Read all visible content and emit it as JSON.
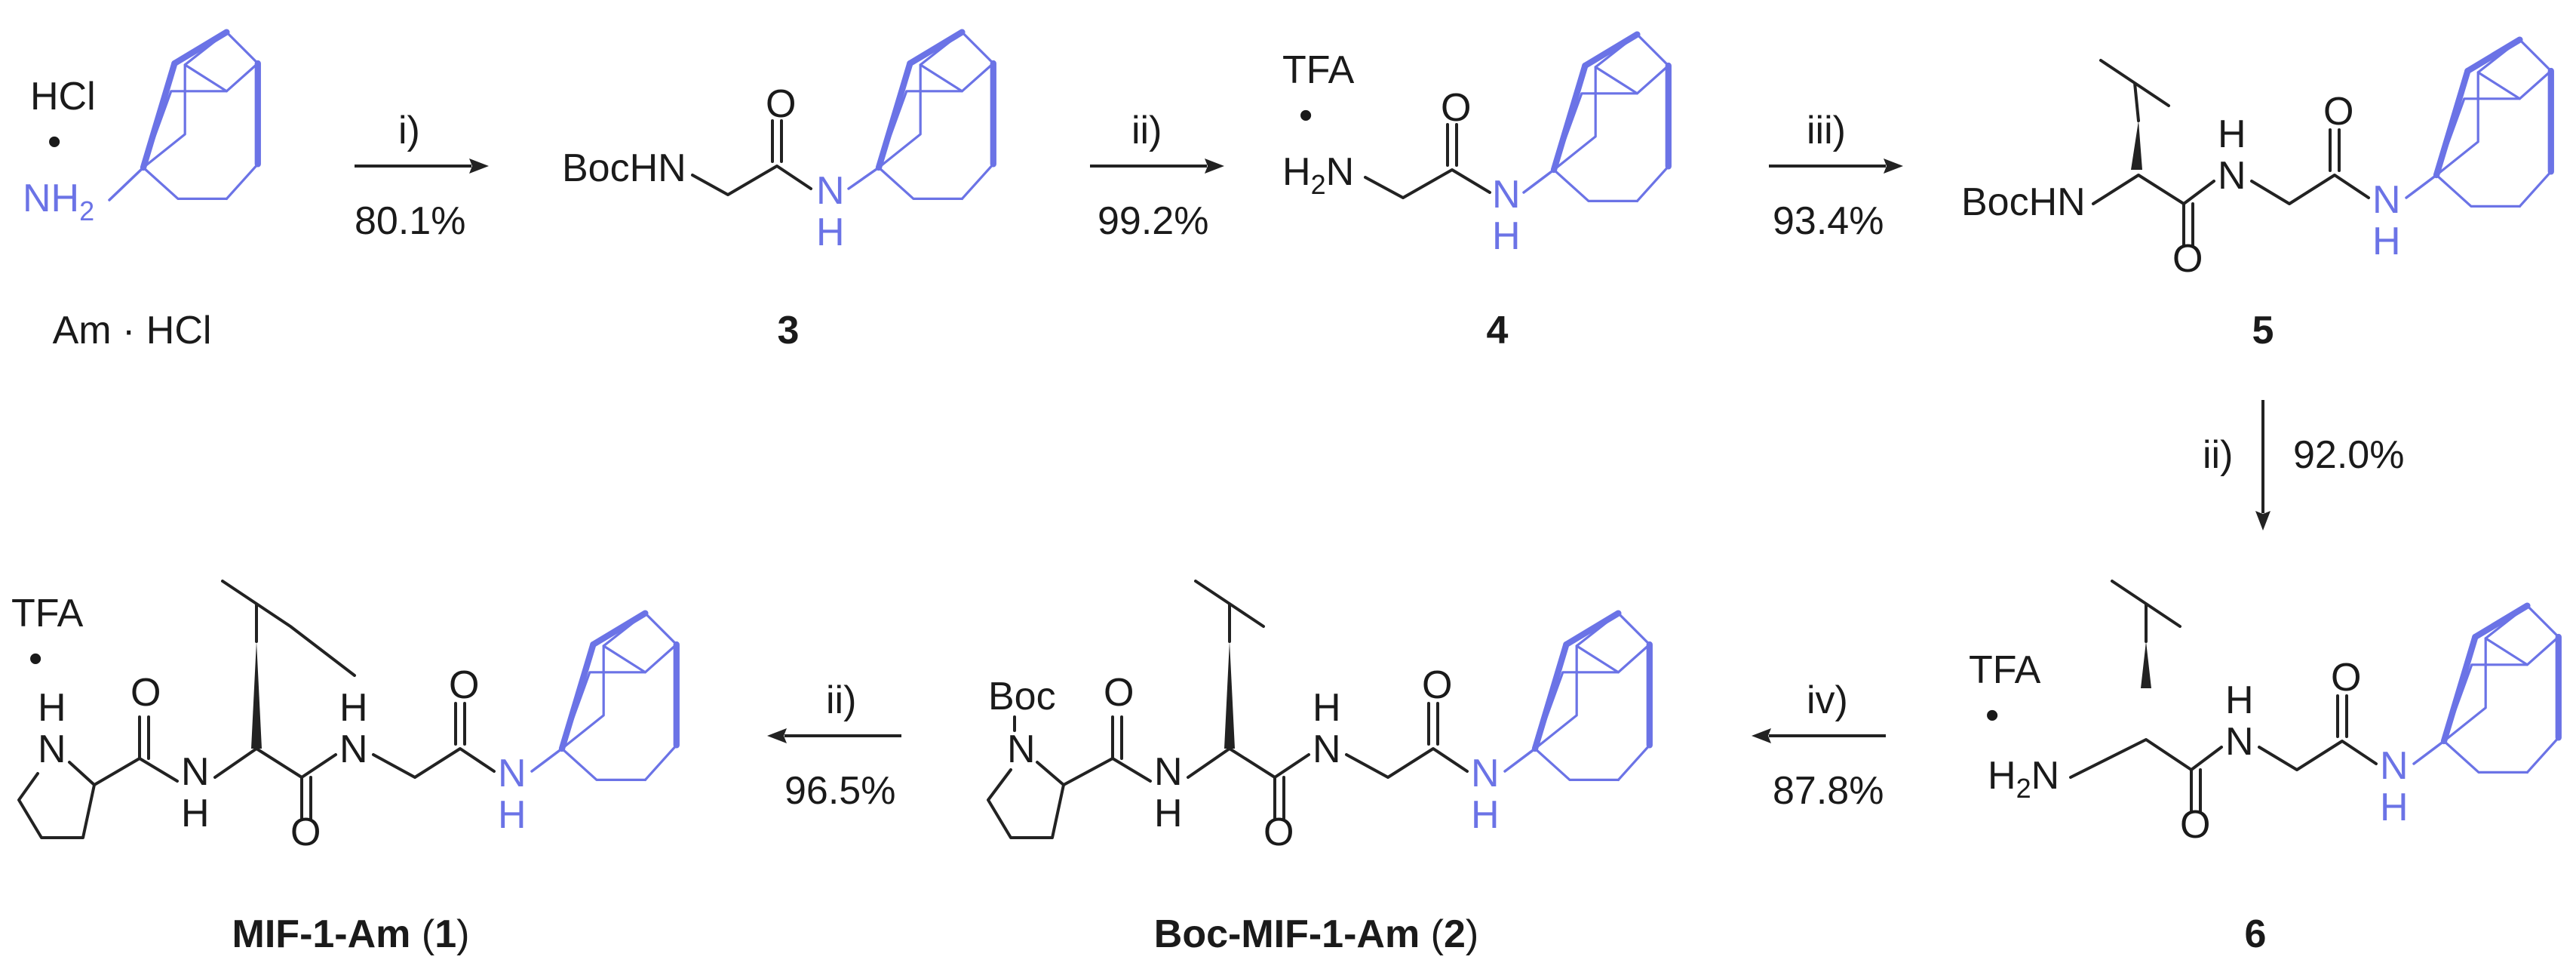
{
  "colors": {
    "amine_blue": "#6b73e6",
    "ink": "#222222"
  },
  "atoms": {
    "HCl": "HCl",
    "TFA": "TFA",
    "NH2": "NH",
    "NH2_sub": "2",
    "H2N": "H",
    "H2N_sub": "2",
    "H2N_N": "N",
    "BocHN": "BocHN",
    "NH": "N",
    "H": "H",
    "O": "O",
    "Boc": "Boc",
    "N": "N",
    "dot": "•"
  },
  "compounds": {
    "am_hcl": {
      "label": "Am · HCl"
    },
    "c3": {
      "label": "3"
    },
    "c4": {
      "label": "4"
    },
    "c5": {
      "label": "5"
    },
    "c6": {
      "label": "6"
    },
    "c2": {
      "bold": "Boc-MIF-1-Am",
      "open": " (",
      "num": "2",
      "close": ")"
    },
    "c1": {
      "bold": "MIF-1-Am",
      "open": " (",
      "num": "1",
      "close": ")"
    }
  },
  "steps": [
    {
      "reagent": "i)",
      "yield": "80.1%"
    },
    {
      "reagent": "ii)",
      "yield": "99.2%"
    },
    {
      "reagent": "iii)",
      "yield": "93.4%"
    },
    {
      "reagent": "ii)",
      "yield": "92.0%"
    },
    {
      "reagent": "iv)",
      "yield": "87.8%"
    },
    {
      "reagent": "ii)",
      "yield": "96.5%"
    }
  ]
}
